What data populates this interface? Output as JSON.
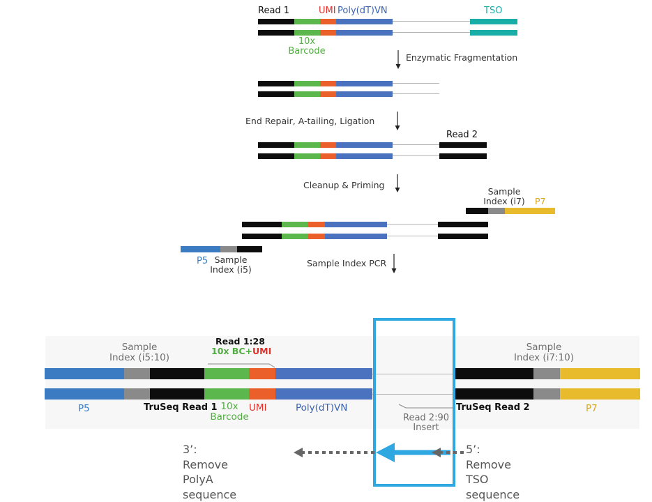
{
  "colors": {
    "read": "#0d0d0d",
    "barcode": "#5cb84c",
    "umi": "#ea5f2a",
    "polydt": "#4a72bf",
    "tso": "#19ada8",
    "insert": "#b5b5b5",
    "p5": "#3a7bc2",
    "sample_index": "#8a8a8a",
    "p7": "#e7bb2c",
    "highlight": "#2fa7e1",
    "dots": "#666666",
    "step_arrow": "#222222"
  },
  "top": {
    "read1": "Read 1",
    "umi": "UMI",
    "polydt": "Poly(dT)VN",
    "tso": "TSO",
    "barcode": "10x\nBarcode",
    "read2": "Read 2",
    "sample_index_i7": "Sample\nIndex (i7)",
    "p7": "P7",
    "p5": "P5",
    "sample_index_i5": "Sample\nIndex (i5)"
  },
  "steps": {
    "fragmentation": "Enzymatic Fragmentation",
    "end_repair": "End Repair, A-tailing, Ligation",
    "cleanup": "Cleanup & Priming",
    "sample_index_pcr": "Sample Index PCR"
  },
  "bottom": {
    "sample_index_i5": "Sample\nIndex (i5:10)",
    "read1_28": "Read 1:28",
    "bc_prefix": "10x BC+",
    "bc_umi": "UMI",
    "sample_index_i7": "Sample\nIndex (i7:10)",
    "p5": "P5",
    "truseq_read1": "TruSeq Read 1",
    "barcode": "10x\nBarcode",
    "umi": "UMI",
    "polydt": "Poly(dT)VN",
    "read2_insert": "Read 2:90\nInsert",
    "truseq_read2": "TruSeq Read 2",
    "p7": "P7"
  },
  "notes": {
    "left": "3’: Remove PolyA\nsequence",
    "right": "5’: Remove TSO\nsequence"
  }
}
